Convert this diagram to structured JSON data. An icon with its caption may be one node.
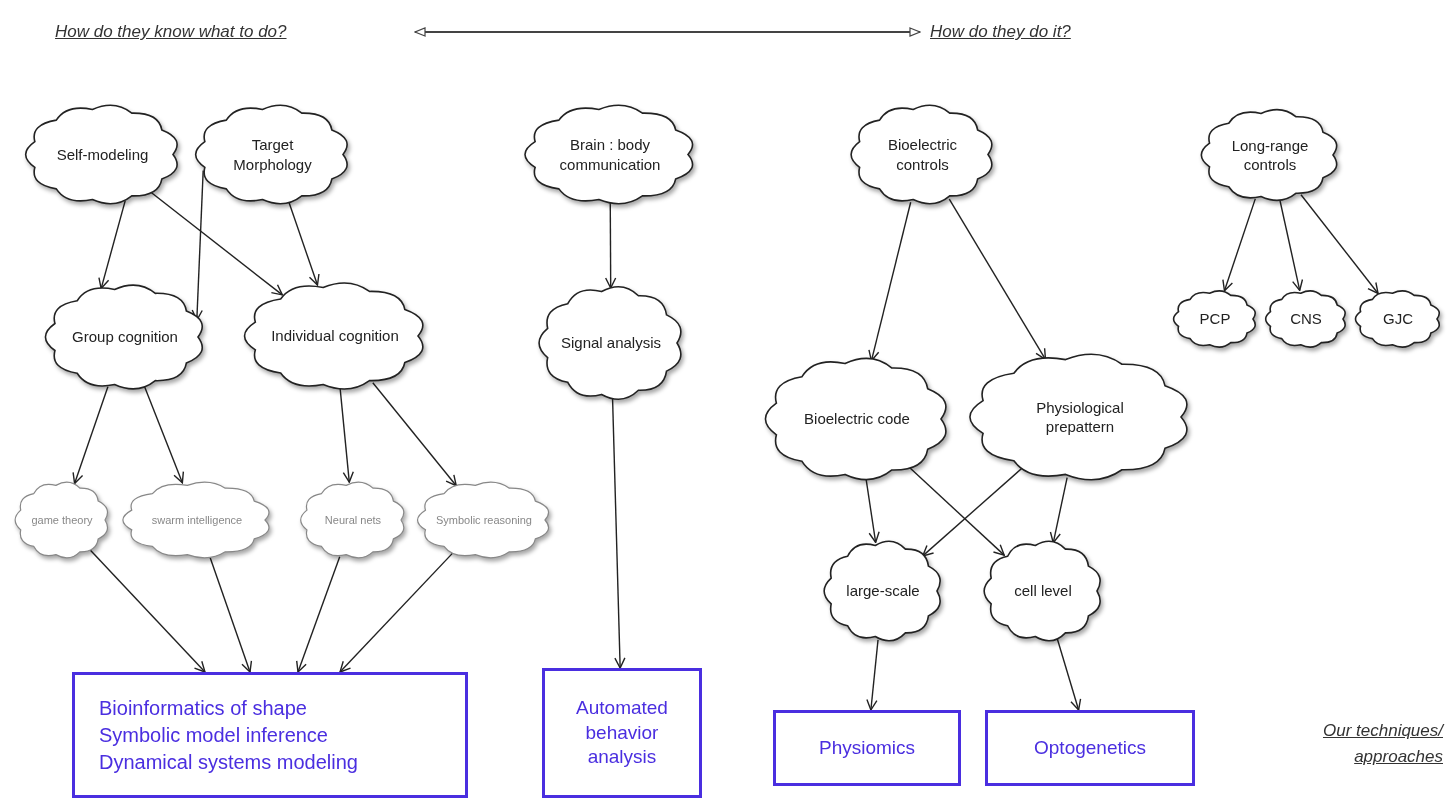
{
  "diagram": {
    "nodes": [
      {
        "text": [
          "How do they know what to do?"
        ]
      },
      {
        "text": [
          "How do they do it?"
        ]
      },
      {
        "text": [
          "Self-modeling"
        ]
      },
      {
        "text": [
          "Target Morphology"
        ]
      },
      {
        "text": [
          "Group cognition"
        ]
      },
      {
        "text": [
          "Individual cognition"
        ]
      },
      {
        "text": [
          "game theory"
        ]
      },
      {
        "text": [
          "swarm intelligence"
        ]
      },
      {
        "text": [
          "Neural nets"
        ]
      },
      {
        "text": [
          "Symbolic reasoning"
        ]
      },
      {
        "text": [
          "Bioinformatics of shape",
          "Symbolic model inference",
          "Dynamical systems modeling"
        ]
      },
      {
        "text": [
          "Brain : body communication"
        ]
      },
      {
        "text": [
          "Signal analysis"
        ]
      },
      {
        "text": [
          "Automated behavior analysis"
        ]
      },
      {
        "text": [
          "Bioelectric controls"
        ]
      },
      {
        "text": [
          "Long-range controls"
        ]
      },
      {
        "text": [
          "PCP"
        ]
      },
      {
        "text": [
          "CNS"
        ]
      },
      {
        "text": [
          "GJC"
        ]
      },
      {
        "text": [
          "Bioelectric code"
        ]
      },
      {
        "text": [
          "Physiological prepattern"
        ]
      },
      {
        "text": [
          "large-scale"
        ]
      },
      {
        "text": [
          "cell level"
        ]
      },
      {
        "text": [
          "Physiomics"
        ]
      },
      {
        "text": [
          "Optogenetics"
        ]
      }
    ],
    "edges": [
      {
        "from": 0,
        "to": 1,
        "arrow": "both"
      },
      {
        "from": 2,
        "to": 4,
        "arrow": "to"
      },
      {
        "from": 2,
        "to": 5,
        "arrow": "to"
      },
      {
        "from": 3,
        "to": 4,
        "arrow": "to"
      },
      {
        "from": 3,
        "to": 5,
        "arrow": "to"
      },
      {
        "from": 4,
        "to": 6,
        "arrow": "to"
      },
      {
        "from": 4,
        "to": 7,
        "arrow": "to"
      },
      {
        "from": 5,
        "to": 8,
        "arrow": "to"
      },
      {
        "from": 5,
        "to": 9,
        "arrow": "to"
      },
      {
        "from": 6,
        "to": 10,
        "arrow": "to"
      },
      {
        "from": 7,
        "to": 10,
        "arrow": "to"
      },
      {
        "from": 8,
        "to": 10,
        "arrow": "to"
      },
      {
        "from": 9,
        "to": 10,
        "arrow": "to"
      },
      {
        "from": 11,
        "to": 12,
        "arrow": "to"
      },
      {
        "from": 12,
        "to": 13,
        "arrow": "to"
      },
      {
        "from": 14,
        "to": 19,
        "arrow": "to"
      },
      {
        "from": 14,
        "to": 20,
        "arrow": "to"
      },
      {
        "from": 15,
        "to": 16,
        "arrow": "to"
      },
      {
        "from": 15,
        "to": 17,
        "arrow": "to"
      },
      {
        "from": 15,
        "to": 18,
        "arrow": "to"
      },
      {
        "from": 19,
        "to": 21,
        "arrow": "to"
      },
      {
        "from": 19,
        "to": 22,
        "arrow": "to"
      },
      {
        "from": 20,
        "to": 21,
        "arrow": "to"
      },
      {
        "from": 20,
        "to": 22,
        "arrow": "to"
      },
      {
        "from": 21,
        "to": 23,
        "arrow": "to"
      },
      {
        "from": 22,
        "to": 24,
        "arrow": "to"
      }
    ],
    "labels": [
      "Our techniques/ approaches"
    ]
  }
}
